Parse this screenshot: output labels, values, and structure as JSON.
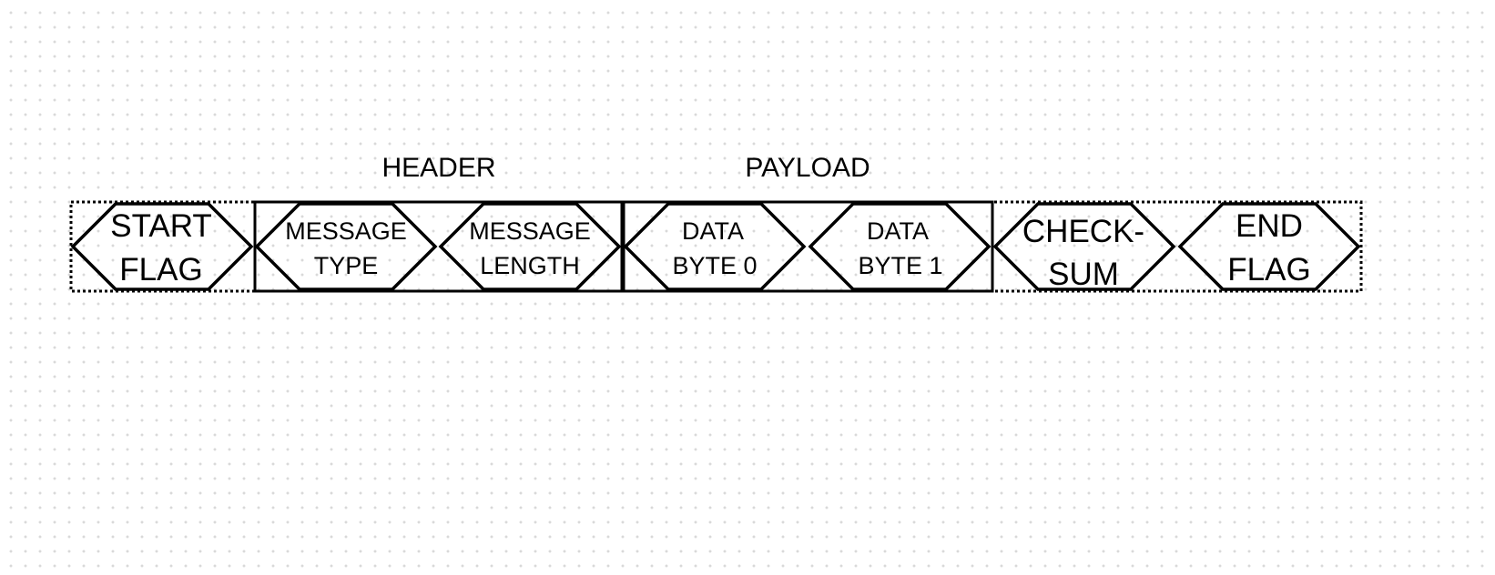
{
  "diagram": {
    "groups": [
      {
        "id": "header",
        "label": "HEADER"
      },
      {
        "id": "payload",
        "label": "PAYLOAD"
      }
    ],
    "fields": [
      {
        "id": "start-flag",
        "lines": [
          "START",
          "FLAG"
        ],
        "group": ""
      },
      {
        "id": "message-type",
        "lines": [
          "MESSAGE",
          "TYPE"
        ],
        "group": "header"
      },
      {
        "id": "message-length",
        "lines": [
          "MESSAGE",
          "LENGTH"
        ],
        "group": "header"
      },
      {
        "id": "data-byte-0",
        "lines": [
          "DATA",
          "BYTE 0"
        ],
        "group": "payload"
      },
      {
        "id": "data-byte-1",
        "lines": [
          "DATA",
          "BYTE 1"
        ],
        "group": "payload"
      },
      {
        "id": "checksum",
        "lines": [
          "CHECK-",
          "SUM"
        ],
        "group": ""
      },
      {
        "id": "end-flag",
        "lines": [
          "END",
          "FLAG"
        ],
        "group": ""
      }
    ],
    "colors": {
      "stroke": "#000000",
      "background": "#ffffff",
      "grid_dots": "#d9d9d9"
    }
  }
}
